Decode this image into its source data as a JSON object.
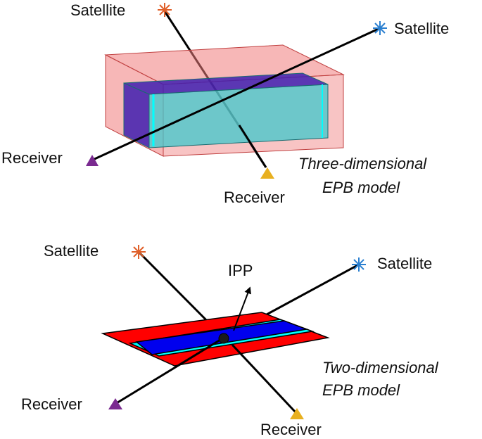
{
  "top": {
    "satellite_left": "Satellite",
    "satellite_right": "Satellite",
    "receiver_left": "Receiver",
    "receiver_right": "Receiver",
    "caption_line1": "Three-dimensional",
    "caption_line2": "EPB model"
  },
  "bottom": {
    "satellite_left": "Satellite",
    "satellite_right": "Satellite",
    "ipp_label": "IPP",
    "receiver_left": "Receiver",
    "receiver_right": "Receiver",
    "caption_line1": "Two-dimensional",
    "caption_line2": "EPB model"
  },
  "colors": {
    "outer_box": "#f07c7c",
    "inner_cyan": "#3fc8cc",
    "inner_blue": "#3f1fb0",
    "plane_red": "#ff0000",
    "plane_blue": "#0000ee",
    "plane_cyan": "#00ffff",
    "satellite_orange": "#e0602a",
    "satellite_blue": "#2a7fd0",
    "receiver_purple": "#7a2a90",
    "receiver_yellow": "#e8b020"
  },
  "icons": [
    "satellite-star-icon",
    "receiver-triangle-icon",
    "ipp-point-icon",
    "arrow-icon"
  ]
}
